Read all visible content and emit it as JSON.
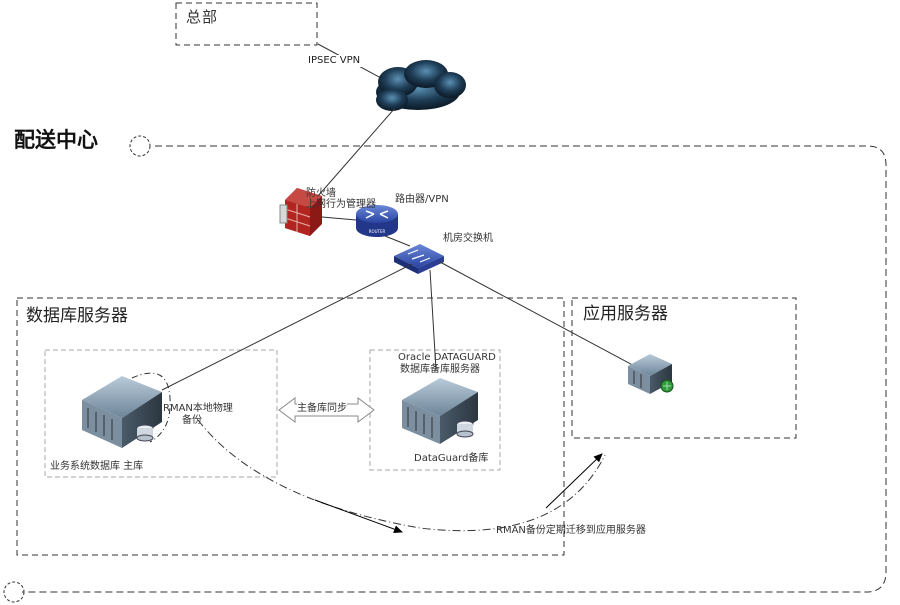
{
  "headquarters": {
    "label": "总部",
    "link_label": "IPSEC VPN"
  },
  "distribution_center": {
    "title": "配送中心"
  },
  "network": {
    "firewall_label_line1": "防火墙",
    "firewall_label_line2": "上网行为管理器",
    "router_label": "路由器/VPN",
    "router_badge": "ROUTER",
    "switch_label": "机房交换机"
  },
  "db_zone": {
    "title": "数据库服务器",
    "primary": {
      "caption": "业务系统数据库 主库",
      "rman_line1": "RMAN本地物理",
      "rman_line2": "备份"
    },
    "sync_label": "主备库同步",
    "standby": {
      "title_line1": "Oracle DATAGUARD",
      "title_line2": "数据库备库服务器",
      "caption": "DataGuard备库"
    }
  },
  "app_zone": {
    "title": "应用服务器"
  },
  "migration_label": "RMAN备份定期迁移到应用服务器"
}
